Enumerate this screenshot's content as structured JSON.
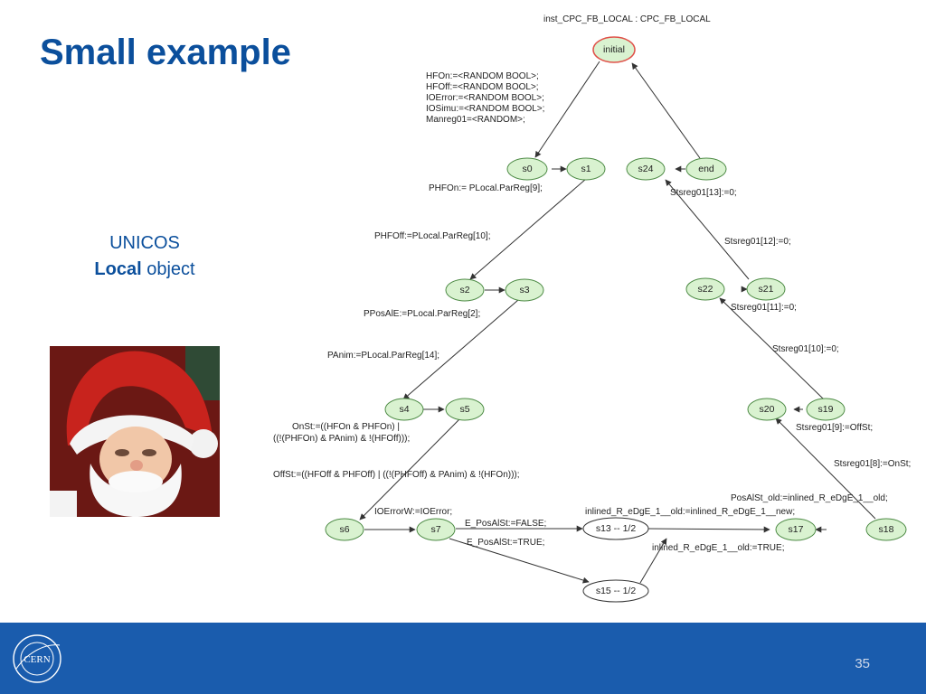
{
  "title": "Small example",
  "subtitle": {
    "line1": "UNICOS",
    "line2_bold": "Local",
    "line2_rest": " object"
  },
  "page_number": "35",
  "logo_text": "CERN",
  "photo_icon": "santa-claus-photo",
  "colors": {
    "title": "#0b4f9c",
    "footer": "#1a5cad",
    "state_fill": "#d9f2d0",
    "initial_stroke": "#e0524a"
  },
  "diagram": {
    "caption": "inst_CPC_FB_LOCAL : CPC_FB_LOCAL",
    "states": {
      "initial": "initial",
      "s0": "s0",
      "s1": "s1",
      "s24": "s24",
      "end": "end",
      "s2": "s2",
      "s3": "s3",
      "s22": "s22",
      "s21": "s21",
      "s4": "s4",
      "s5": "s5",
      "s20": "s20",
      "s19": "s19",
      "s6": "s6",
      "s7": "s7",
      "s13": "s13 -- 1/2",
      "s17": "s17",
      "s18": "s18",
      "s15": "s15 -- 1/2"
    },
    "labels": {
      "init_block": [
        "HFOn:=<RANDOM BOOL>;",
        "HFOff:=<RANDOM BOOL>;",
        "IOError:=<RANDOM BOOL>;",
        "IOSimu:=<RANDOM BOOL>;",
        "Manreg01=<RANDOM>;"
      ],
      "s1_s2": "PHFOn:= PLocal.ParReg[9];",
      "s1_s2b": "PHFOff:=PLocal.ParReg[10];",
      "s3_s4": "PPosAlE:=PLocal.ParReg[2];",
      "s3_s4b": "PAnim:=PLocal.ParReg[14];",
      "s5_s6a": "OnSt:=((HFOn & PHFOn) |",
      "s5_s6b": "((!(PHFOn) & PAnim) & !(HFOff)));",
      "s5_s6c": "OffSt:=((HFOff & PHFOff) | ((!(PHFOff) & PAnim) & !(HFOn)));",
      "s6_s7": "IOErrorW:=IOError;",
      "s7_s13": "E_PosAlSt:=FALSE;",
      "s7_s15": "E_PosAlSt:=TRUE;",
      "s13_s17": "inlined_R_eDgE_1__old:=inlined_R_eDgE_1__new;",
      "s15_s17": "inlined_R_eDgE_1__old:=TRUE;",
      "s17_s18": "PosAlSt_old:=inlined_R_eDgE_1__old;",
      "s18_s20": "Stsreg01[8]:=OnSt;",
      "s19_s20": "Stsreg01[9]:=OffSt;",
      "s19_s21": "Stsreg01[10]:=0;",
      "s21_s22": "Stsreg01[11]:=0;",
      "s21_s24": "Stsreg01[12]:=0;",
      "end_s24": "Stsreg01[13]:=0;"
    }
  }
}
